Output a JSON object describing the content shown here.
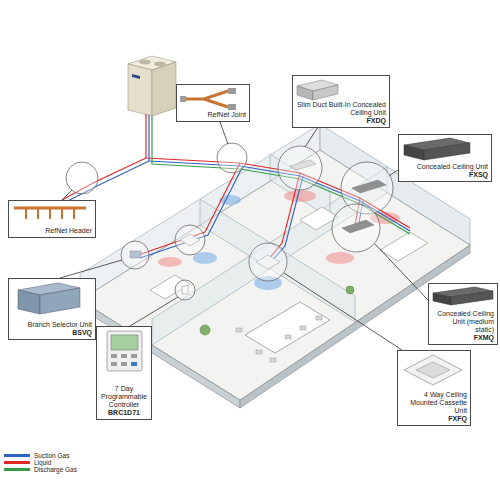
{
  "diagram": {
    "nodes": [
      {
        "text": [
          "Slim Duct Built-In Concealed Ceiling Unit",
          "FXDQ"
        ]
      },
      {
        "text": [
          "RefNet Joint"
        ]
      },
      {
        "text": [
          "Concealed Ceiling Unit",
          "FXSQ"
        ]
      },
      {
        "text": [
          "RefNet Header"
        ]
      },
      {
        "text": [
          "Branch Selector Unit",
          "BSVQ"
        ]
      },
      {
        "text": [
          "Concealed Ceiling Unit (medium static)",
          "FXMQ"
        ]
      },
      {
        "text": [
          "7 Day Programmable Controller",
          "BRC1D71"
        ]
      },
      {
        "text": [
          "4 Way Ceiling Mounted Cassette Unit",
          "FXFQ"
        ]
      }
    ],
    "legend": [
      {
        "text": "Suction Gas",
        "color": "#2f62c0"
      },
      {
        "text": "Liquid",
        "color": "#e02828"
      },
      {
        "text": "Discharge Gas",
        "color": "#34a045"
      }
    ]
  }
}
